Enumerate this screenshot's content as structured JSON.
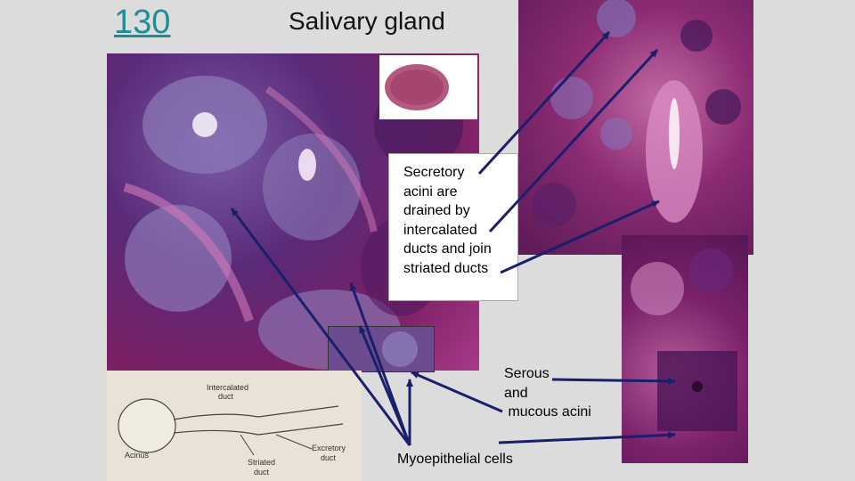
{
  "slide_number": "130",
  "title": "Salivary gland",
  "callout": {
    "lines": [
      "Secretory",
      "acini  are",
      "drained by",
      "intercalated",
      "ducts and  join",
      "striated ducts"
    ]
  },
  "label_serous": {
    "lines": [
      "Serous",
      "and",
      " mucous acini"
    ]
  },
  "label_myoepithelial": "Myoepithelial cells",
  "diagram_labels": {
    "intercalated": "Intercalated",
    "duct": "duct",
    "acinus": "Acinus",
    "striated": "Striated",
    "excretory": "Excretory",
    "excretory_duct": "duct",
    "striated_duct": "duct"
  },
  "colors": {
    "arrow": "#1a1f6b",
    "slide_number": "#1f8d96"
  }
}
